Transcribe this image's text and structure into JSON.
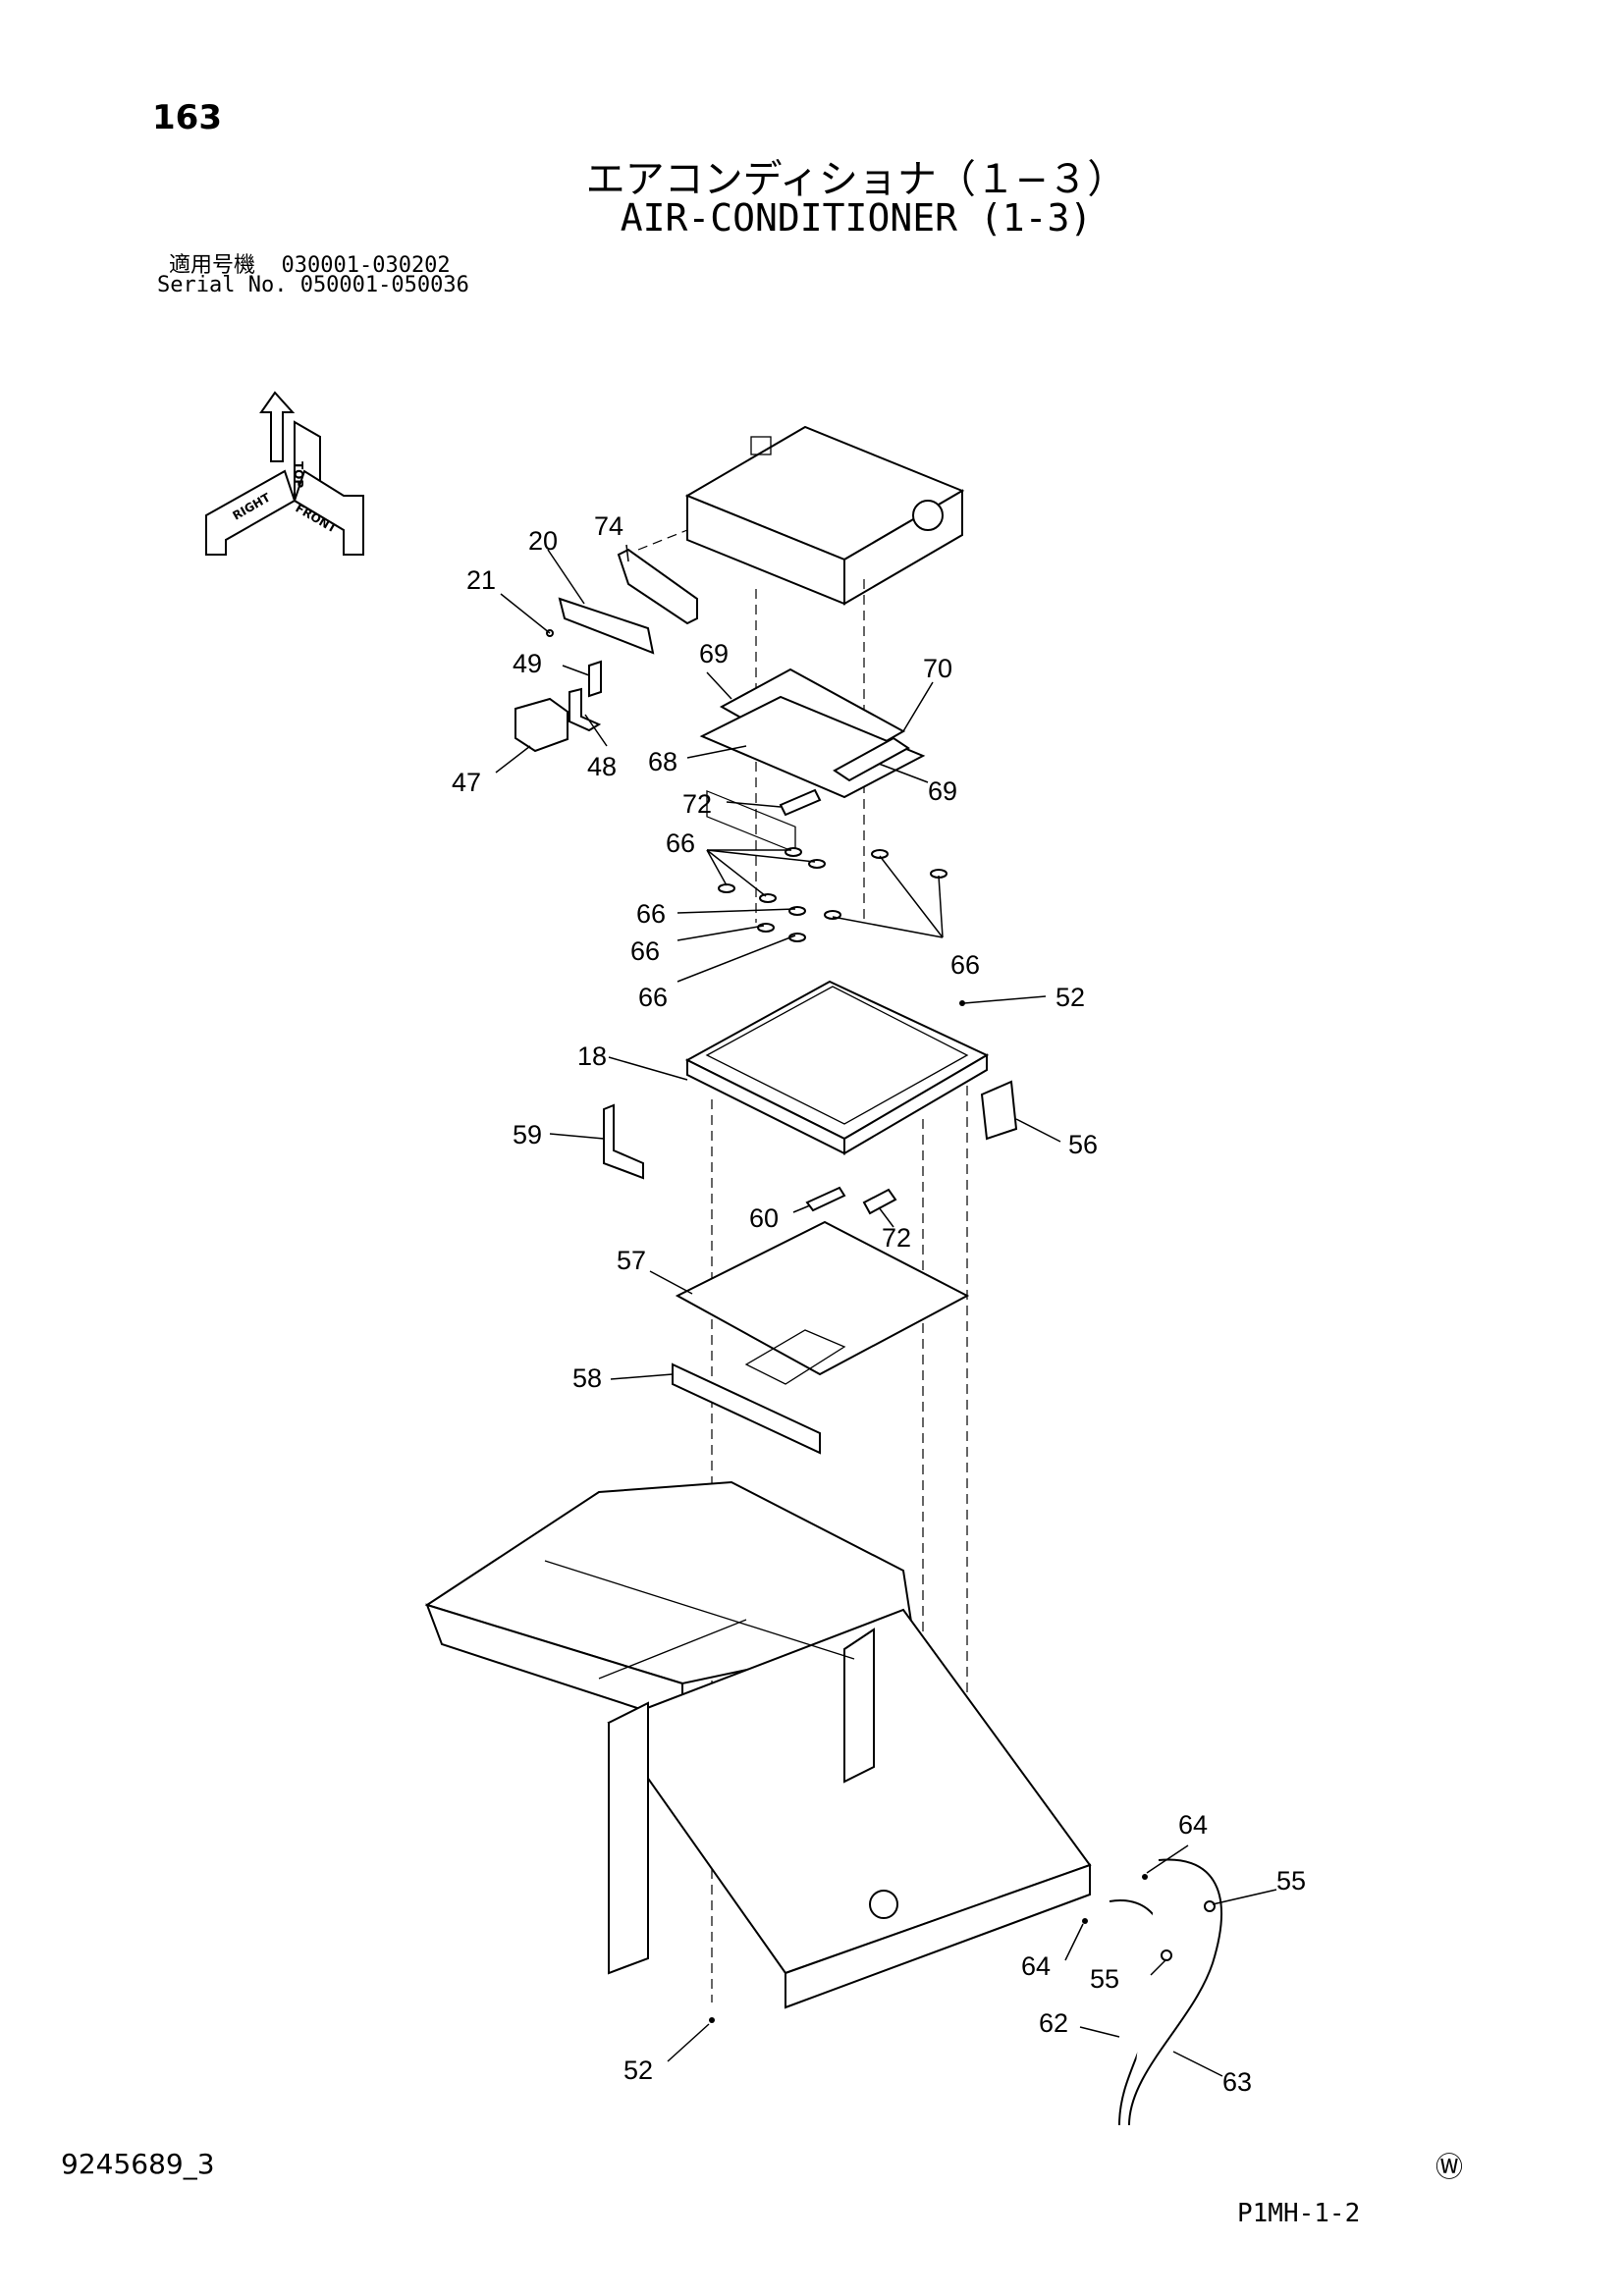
{
  "header": {
    "page_number": "163",
    "title_jp": "エアコンディショナ（１−３）",
    "title_en": "AIR-CONDITIONER (1-3)",
    "serial_line_1": "適用号機  030001-030202",
    "serial_line_2": "Serial No. 050001-050036"
  },
  "orientation": {
    "top": "TOP",
    "front": "FRONT",
    "right": "RIGHT"
  },
  "callouts": {
    "c74": "74",
    "c20": "20",
    "c21": "21",
    "c49": "49",
    "c47": "47",
    "c48": "48",
    "c69a": "69",
    "c70": "70",
    "c68": "68",
    "c69b": "69",
    "c72a": "72",
    "c66a": "66",
    "c66b": "66",
    "c66c": "66",
    "c66d": "66",
    "c66e": "66",
    "c52a": "52",
    "c18": "18",
    "c59": "59",
    "c56": "56",
    "c60": "60",
    "c72b": "72",
    "c57": "57",
    "c58": "58",
    "c64a": "64",
    "c55a": "55",
    "c64b": "64",
    "c55b": "55",
    "c62": "62",
    "c63": "63",
    "c52b": "52"
  },
  "footer": {
    "doc_number": "9245689_3",
    "watermark": "Ⓦ",
    "page_code": "P1MH-1-2"
  }
}
